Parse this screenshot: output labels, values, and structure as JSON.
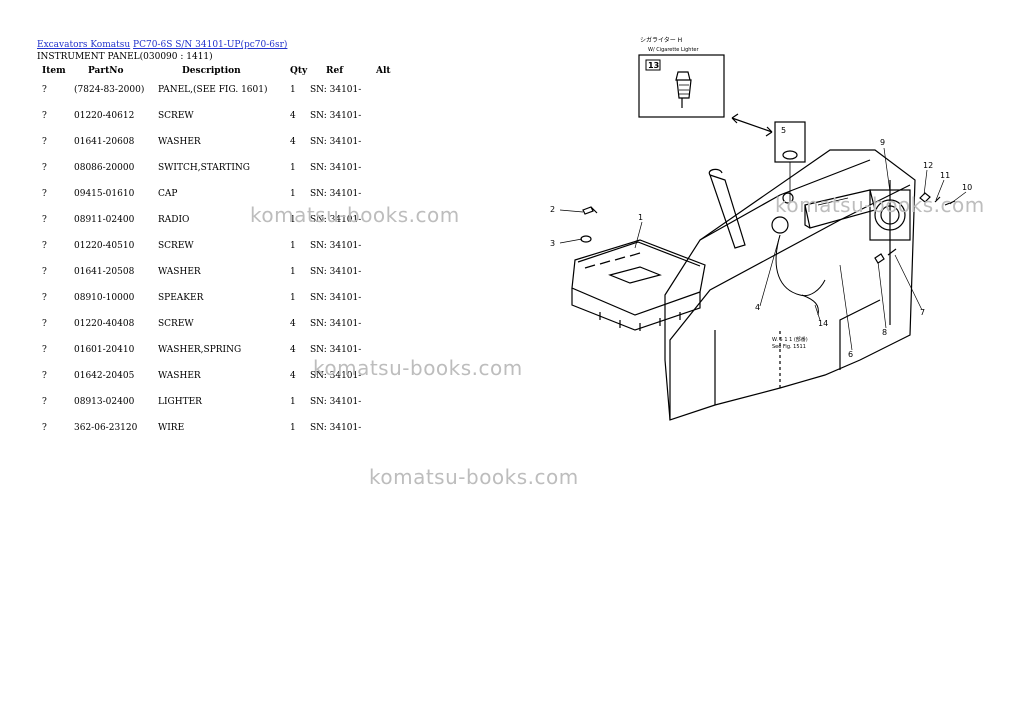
{
  "breadcrumb": {
    "link1": "Excavators Komatsu",
    "link2": "PC70-6S S/N 34101-UP(pc70-6sr)"
  },
  "subtitle": "INSTRUMENT PANEL(030090 : 1411)",
  "table": {
    "headers": [
      "Item",
      "PartNo",
      "Description",
      "Qty",
      "Ref",
      "Alt"
    ],
    "rows": [
      [
        "?",
        "(7824-83-2000)",
        "PANEL,(SEE FIG. 1601)",
        "1",
        "SN: 34101-",
        ""
      ],
      [
        "?",
        "01220-40612",
        "SCREW",
        "4",
        "SN: 34101-",
        ""
      ],
      [
        "?",
        "01641-20608",
        "WASHER",
        "4",
        "SN: 34101-",
        ""
      ],
      [
        "?",
        "08086-20000",
        "SWITCH,STARTING",
        "1",
        "SN: 34101-",
        ""
      ],
      [
        "?",
        "09415-01610",
        "CAP",
        "1",
        "SN: 34101-",
        ""
      ],
      [
        "?",
        "08911-02400",
        "RADIO",
        "1",
        "SN: 34101-",
        ""
      ],
      [
        "?",
        "01220-40510",
        "SCREW",
        "1",
        "SN: 34101-",
        ""
      ],
      [
        "?",
        "01641-20508",
        "WASHER",
        "1",
        "SN: 34101-",
        ""
      ],
      [
        "?",
        "08910-10000",
        "SPEAKER",
        "1",
        "SN: 34101-",
        ""
      ],
      [
        "?",
        "01220-40408",
        "SCREW",
        "4",
        "SN: 34101-",
        ""
      ],
      [
        "?",
        "01601-20410",
        "WASHER,SPRING",
        "4",
        "SN: 34101-",
        ""
      ],
      [
        "?",
        "01642-20405",
        "WASHER",
        "4",
        "SN: 34101-",
        ""
      ],
      [
        "?",
        "08913-02400",
        "LIGHTER",
        "1",
        "SN: 34101-",
        ""
      ],
      [
        "?",
        "362-06-23120",
        "WIRE",
        "1",
        "SN: 34101-",
        ""
      ]
    ]
  },
  "watermark": "komatsu-books.com",
  "diagram": {
    "callouts": [
      "1",
      "2",
      "3",
      "4",
      "5",
      "6",
      "7",
      "8",
      "9",
      "10",
      "11",
      "12",
      "13",
      "14"
    ],
    "inset_note": "シガライター H",
    "inset_note2": "W/ Cigarette Lighter",
    "ref_note1": "W. 5 1 1 (部番)",
    "ref_note2": "See Fig. 1511"
  }
}
